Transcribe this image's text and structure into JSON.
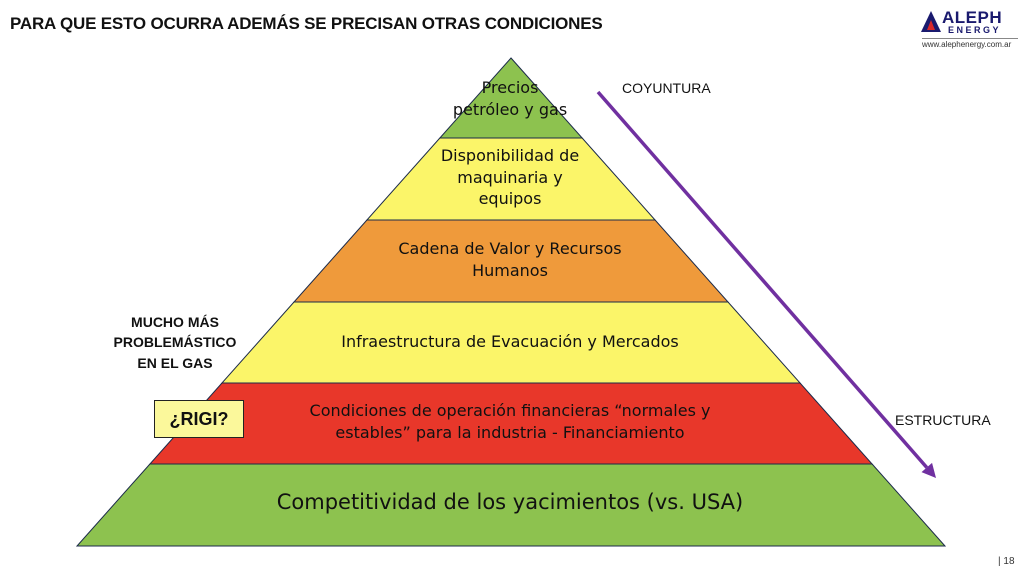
{
  "header": {
    "title": "PARA QUE ESTO OCURRA ADEMÁS SE PRECISAN OTRAS CONDICIONES"
  },
  "logo": {
    "name": "ALEPH",
    "sub": "ENERGY",
    "url": "www.alephenergy.com.ar"
  },
  "pyramid": {
    "layers": [
      {
        "label": "Precios\npetróleo y gas",
        "color": "#8dc24f"
      },
      {
        "label": "Disponibilidad de\nmaquinaria y\nequipos",
        "color": "#fbf569"
      },
      {
        "label": "Cadena de Valor y Recursos\nHumanos",
        "color": "#ef9a3b"
      },
      {
        "label": "Infraestructura de Evacuación y Mercados",
        "color": "#fbf569"
      },
      {
        "label": "Condiciones de operación financieras “normales y\nestables” para la industria - Financiamiento",
        "color": "#e8372a"
      },
      {
        "label": "Competitividad de los yacimientos (vs. USA)",
        "color": "#8dc24f"
      }
    ]
  },
  "annotations": {
    "left_note": "MUCHO MÁS\nPROBLEMÁSTICO\nEN EL GAS",
    "rigi": "¿RIGI?",
    "top_right": "COYUNTURA",
    "bottom_right": "ESTRUCTURA",
    "arrow_color": "#7030a0"
  },
  "footer": {
    "page": "| 18"
  }
}
